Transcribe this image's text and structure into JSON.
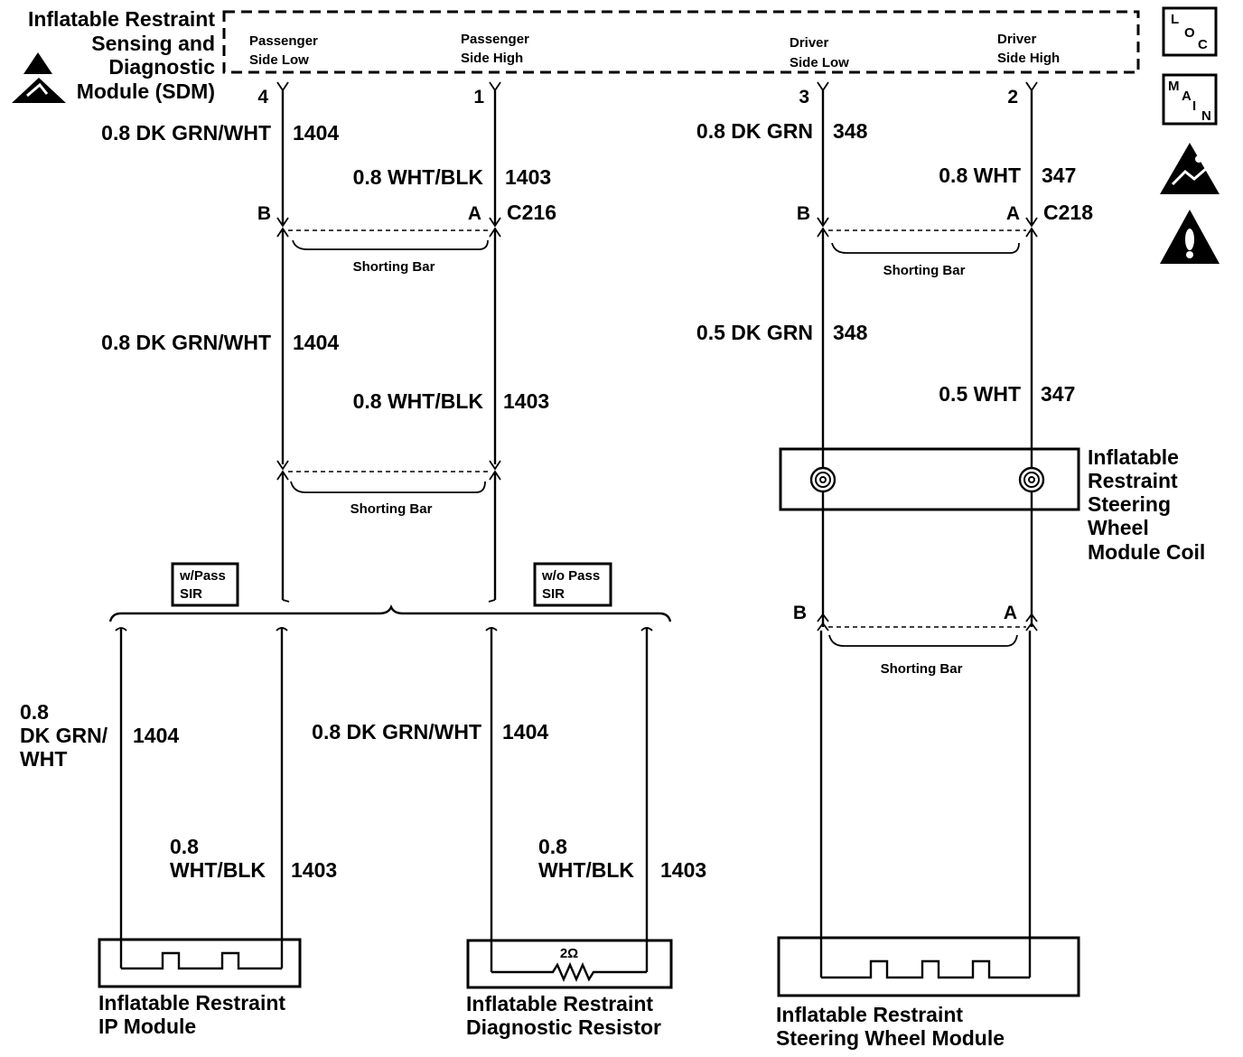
{
  "sdm": {
    "lines": [
      "Inflatable Restraint",
      "Sensing and",
      "Diagnostic",
      "Module (SDM)"
    ],
    "terminals": [
      {
        "lines": [
          "Passenger",
          "Side Low"
        ],
        "pin": "4"
      },
      {
        "lines": [
          "Passenger",
          "Side High"
        ],
        "pin": "1"
      },
      {
        "lines": [
          "Driver",
          "Side Low"
        ],
        "pin": "3"
      },
      {
        "lines": [
          "Driver",
          "Side High"
        ],
        "pin": "2"
      }
    ]
  },
  "icons": {
    "loc": {
      "letters": [
        "L",
        "O",
        "C"
      ]
    },
    "main": {
      "letters": [
        "M",
        "A",
        "I",
        "N"
      ]
    },
    "esd_icon": "esd-icon",
    "warning_icon": "warning-icon"
  },
  "passenger": {
    "w1_upper": {
      "gauge": "0.8 DK GRN/WHT",
      "circuit": "1404"
    },
    "w2_upper": {
      "gauge": "0.8 WHT/BLK",
      "circuit": "1403"
    },
    "c216": {
      "name": "C216",
      "pin_b": "B",
      "pin_a": "A",
      "shorting_bar": "Shorting Bar"
    },
    "w1_lower": {
      "gauge": "0.8 DK GRN/WHT",
      "circuit": "1404"
    },
    "w2_lower": {
      "gauge": "0.8 WHT/BLK",
      "circuit": "1403"
    },
    "shorting_bar2": "Shorting Bar",
    "option_with": {
      "lines": [
        "w/Pass",
        "SIR"
      ]
    },
    "option_without": {
      "lines": [
        "w/o Pass",
        "SIR"
      ]
    },
    "ip_branch": {
      "w1": {
        "lines": [
          "0.8",
          "DK GRN/",
          "WHT"
        ],
        "circuit": "1404"
      },
      "w2": {
        "lines": [
          "0.8",
          "WHT/BLK"
        ],
        "circuit": "1403"
      }
    },
    "resistor_branch": {
      "w1": {
        "gauge": "0.8 DK GRN/WHT",
        "circuit": "1404"
      },
      "w2": {
        "lines": [
          "0.8",
          "WHT/BLK"
        ],
        "circuit": "1403"
      }
    },
    "ip_module": {
      "lines": [
        "Inflatable Restraint",
        "IP Module"
      ]
    },
    "resistor": {
      "value": "2Ω",
      "lines": [
        "Inflatable Restraint",
        "Diagnostic Resistor"
      ]
    }
  },
  "driver": {
    "w1_upper": {
      "gauge": "0.8 DK GRN",
      "circuit": "348"
    },
    "w2_upper": {
      "gauge": "0.8 WHT",
      "circuit": "347"
    },
    "c218": {
      "name": "C218",
      "pin_b": "B",
      "pin_a": "A",
      "shorting_bar": "Shorting Bar"
    },
    "w1_lower": {
      "gauge": "0.5 DK GRN",
      "circuit": "348"
    },
    "w2_lower": {
      "gauge": "0.5 WHT",
      "circuit": "347"
    },
    "coil": {
      "lines": [
        "Inflatable",
        "Restraint",
        "Steering",
        "Wheel",
        "Module Coil"
      ]
    },
    "module_connector": {
      "pin_b": "B",
      "pin_a": "A",
      "shorting_bar": "Shorting Bar"
    },
    "module": {
      "lines": [
        "Inflatable Restraint",
        "Steering Wheel Module"
      ]
    }
  }
}
